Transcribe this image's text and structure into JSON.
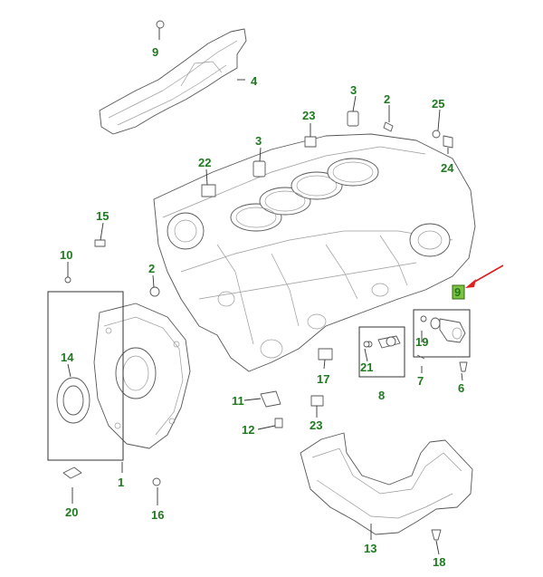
{
  "callouts": {
    "c9_top": "9",
    "c4": "4",
    "c3_top": "3",
    "c2_top": "2",
    "c25": "25",
    "c23_top": "23",
    "c24": "24",
    "c3_mid": "3",
    "c22": "22",
    "c15": "15",
    "c10": "10",
    "c2_left": "2",
    "c9_highlight": "9",
    "c14": "14",
    "c19": "19",
    "c21": "21",
    "c17": "17",
    "c7": "7",
    "c6": "6",
    "c8": "8",
    "c11": "11",
    "c12": "12",
    "c23_bottom": "23",
    "c1": "1",
    "c20": "20",
    "c16": "16",
    "c13": "13",
    "c18": "18"
  },
  "colors": {
    "callout_text": "#1f7a1f",
    "highlight_fill": "#7fc241",
    "arrow": "#e02020",
    "line_art": "#555555"
  },
  "highlighted_part": "9"
}
